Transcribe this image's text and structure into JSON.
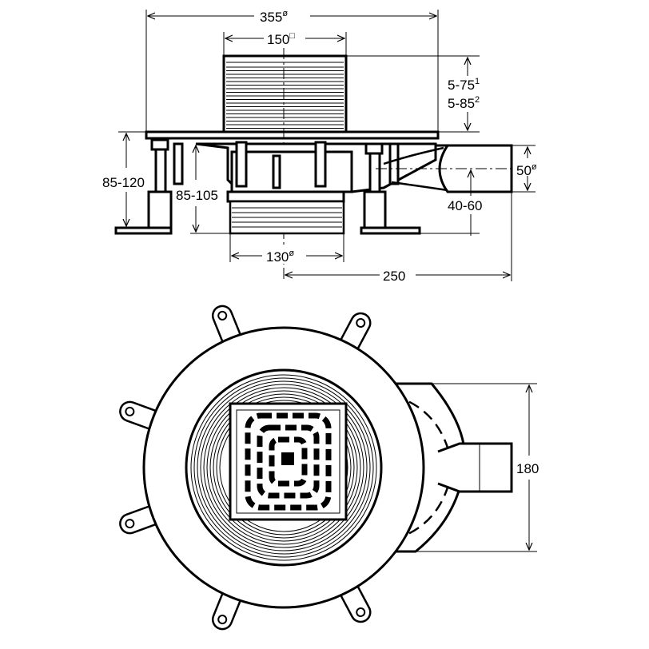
{
  "drawing": {
    "side_view": {
      "dim_overall_diameter": "355",
      "dim_overall_symbol": "ø",
      "dim_grate_size": "150",
      "dim_grate_symbol": "□",
      "dim_height_adj_1": "5-75",
      "dim_height_adj_1_sup": "1",
      "dim_height_adj_2": "5-85",
      "dim_height_adj_2_sup": "2",
      "dim_foot_height": "85-120",
      "dim_body_height": "85-105",
      "dim_outlet_diameter": "50",
      "dim_outlet_symbol": "ø",
      "dim_outlet_height": "40-60",
      "dim_spigot_diameter": "130",
      "dim_spigot_symbol": "ø",
      "dim_outlet_length": "250"
    },
    "plan_view": {
      "dim_width": "180"
    }
  }
}
